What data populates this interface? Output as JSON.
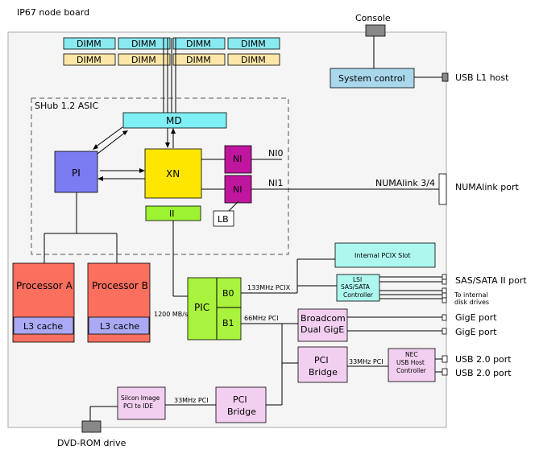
{
  "title": "IP67 node board",
  "console_label": "Console",
  "system_control_label": "System control",
  "usb_l1_host_label": "USB L1 host",
  "asic_label": "SHub 1.2 ASIC",
  "dimm_label": "DIMM",
  "md_label": "MD",
  "pi_label": "PI",
  "xn_label": "XN",
  "ni_label": "NI",
  "ni0_label": "NI0",
  "ni1_label": "NI1",
  "ii_label": "II",
  "lb_label": "LB",
  "numalink_label": "NUMAlink 3/4",
  "numalink_port_label": "NUMAlink port",
  "processor_a_label": "Processor A",
  "processor_b_label": "Processor B",
  "l3_cache_label": "L3 cache",
  "pic_label": "PIC",
  "b0_label": "B0",
  "b1_label": "B1",
  "speed_1200": "1200 MB/s",
  "speed_133_pcix": "133MHz PCIX",
  "speed_66_pci": "66MHz PCI",
  "speed_33_pci": "33MHz PCI",
  "internal_pcix_slot_label": "Internal PCIX Slot",
  "lsi_line1": "LSI",
  "lsi_line2": "SAS/SATA",
  "lsi_line3": "Controller",
  "sas_port_label": "SAS/SATA II port",
  "internal_drives_line1": "To internal",
  "internal_drives_line2": "disk drives",
  "broadcom_line1": "Broadcom",
  "broadcom_line2": "Dual GigE",
  "gige_port_label": "GigE port",
  "pci_bridge_line1": "PCI",
  "pci_bridge_line2": "Bridge",
  "nec_line1": "NEC",
  "nec_line2": "USB Host",
  "nec_line3": "Controller",
  "usb20_port_label": "USB 2.0 port",
  "silicon_line1": "Silcon Image",
  "silicon_line2": "PCI to IDE",
  "dvd_label": "DVD-ROM drive",
  "colors": {
    "dimm_cyan": "#8be9f0",
    "dimm_yellow": "#fde7a8",
    "md": "#7ff0f5",
    "pi": "#7b7bf2",
    "xn": "#ffe600",
    "ni": "#c0159e",
    "ii": "#9df232",
    "processor": "#fb6f5e",
    "l3": "#a9a9f5",
    "pic": "#a9f23e",
    "lsi": "#adf7ee",
    "pink": "#f2cff0",
    "system_control": "#a9d7ec",
    "board": "#f5f5f5"
  }
}
